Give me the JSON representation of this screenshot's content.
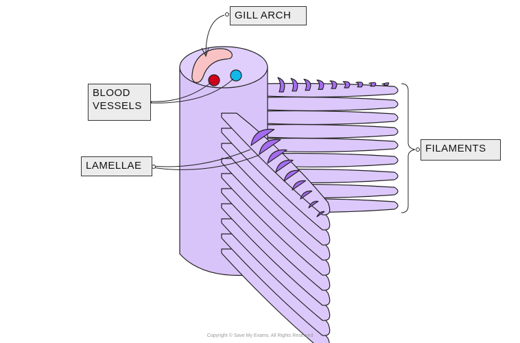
{
  "labels": {
    "gill_arch": "GILL ARCH",
    "blood_vessels_line1": "BLOOD",
    "blood_vessels_line2": "VESSELS",
    "lamellae": "LAMELLAE",
    "filaments": "FILAMENTS"
  },
  "copyright": "Copyright © Save My Exams. All Rights Reserved",
  "colors": {
    "tissue": "#dcc8fb",
    "lamellae": "#a56cf0",
    "gill_arch": "#f9c3c6",
    "artery": "#d0021b",
    "vein": "#12b8ea",
    "label_bg": "#ececec"
  }
}
